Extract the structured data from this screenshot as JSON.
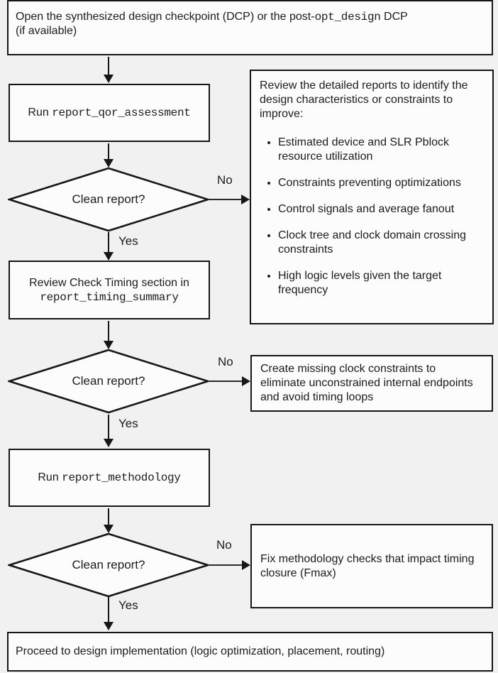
{
  "page": {
    "background_color": "#f1f1f1",
    "node_fill_color": "#fcfcfc",
    "line_color": "#161616"
  },
  "nodes": {
    "open_dcp": {
      "prefix": "Open the synthesized design checkpoint (DCP) or the post-",
      "code": "opt_design",
      "suffix": " DCP",
      "line2": "(if available)"
    },
    "run_qor": {
      "prefix": "Run ",
      "code": "report_qor_assessment"
    },
    "review_reports": {
      "intro": "Review the detailed reports to identify the design characteristics or constraints to improve:",
      "bullets": [
        "Estimated device and SLR Pblock resource utilization",
        "Constraints preventing optimizations",
        "Control signals and average fanout",
        "Clock tree and clock domain crossing constraints",
        "High logic levels given the target frequency"
      ]
    },
    "decision1": {
      "label": "Clean report?",
      "no": "No",
      "yes": "Yes"
    },
    "review_check_timing": {
      "line1": "Review Check Timing section in",
      "code": "report_timing_summary"
    },
    "create_clock_constraints": {
      "text": "Create missing clock constraints to eliminate unconstrained internal endpoints and avoid timing loops"
    },
    "decision2": {
      "label": "Clean report?",
      "no": "No",
      "yes": "Yes"
    },
    "run_methodology": {
      "prefix": "Run ",
      "code": "report_methodology"
    },
    "decision3": {
      "label": "Clean report?",
      "no": "No",
      "yes": "Yes"
    },
    "fix_methodology": {
      "text": "Fix methodology checks that impact timing closure (Fmax)"
    },
    "proceed": {
      "text": "Proceed to design implementation (logic optimization, placement, routing)"
    }
  }
}
